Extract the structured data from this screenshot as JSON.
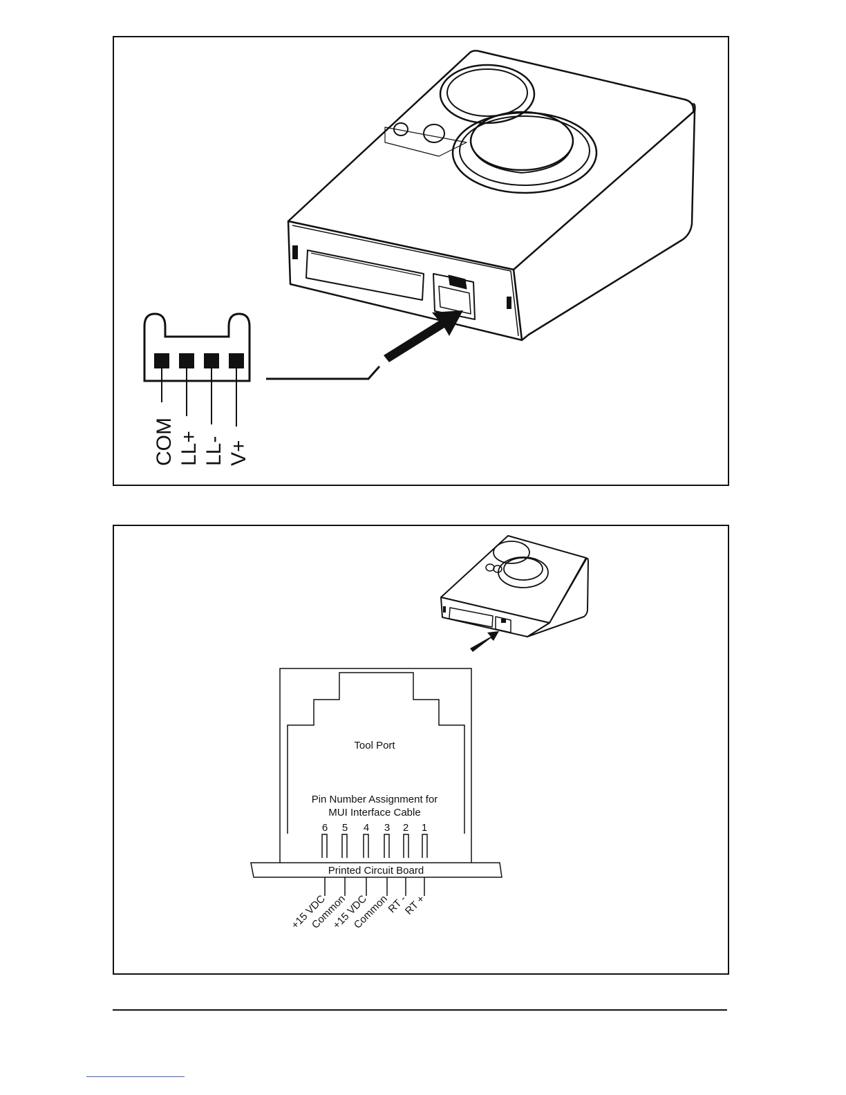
{
  "figure1": {
    "connector_pins": [
      "COM",
      "LL+",
      "LL-",
      "V+"
    ]
  },
  "figure2": {
    "tool_port_label": "Tool Port",
    "assignment_line1": "Pin Number Assignment for",
    "assignment_line2": "MUI Interface Cable",
    "pin_numbers": [
      "6",
      "5",
      "4",
      "3",
      "2",
      "1"
    ],
    "pcb_label": "Printed Circuit Board",
    "pin_signals": [
      "+15 VDC",
      "Common",
      "+15 VDC",
      "Common",
      "RT -",
      "RT +"
    ]
  }
}
